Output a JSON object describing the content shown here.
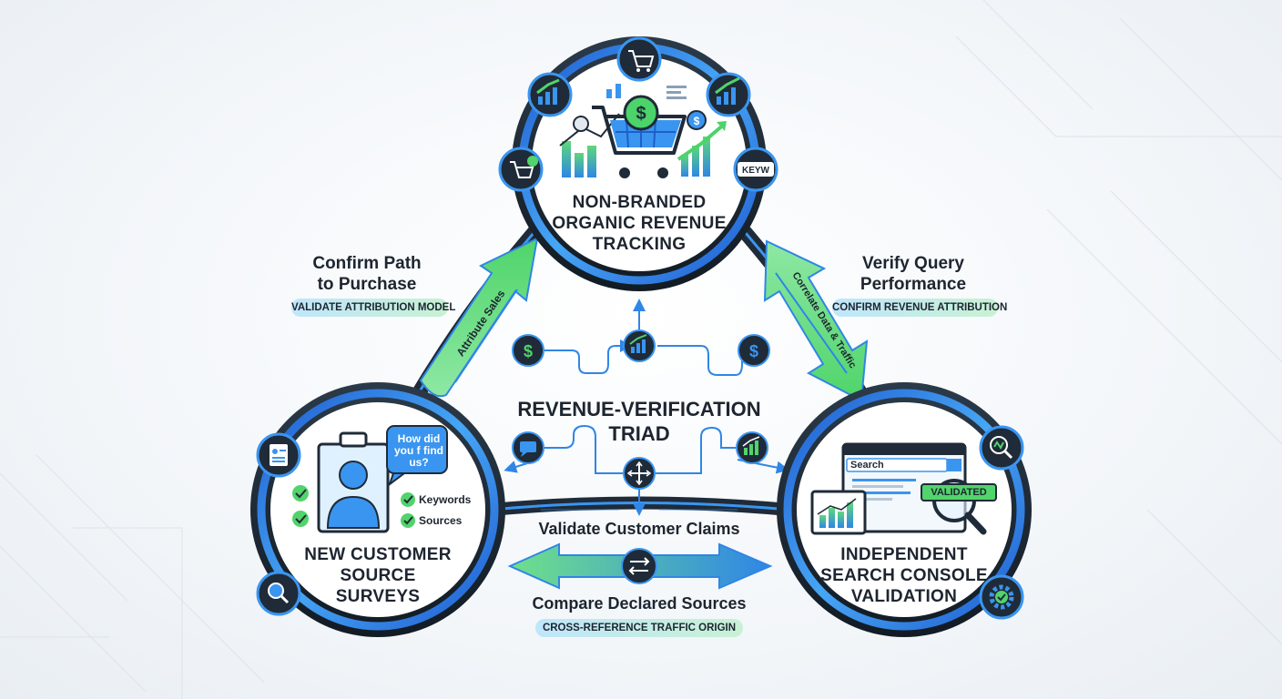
{
  "colors": {
    "blue": "#2f86e6",
    "green": "#52d36b",
    "navy": "#1f2b38",
    "ring_blue": "#3a95f0"
  },
  "center": {
    "title_line1": "REVENUE-VERIFICATION",
    "title_line2": "TRIAD"
  },
  "nodes": {
    "top": {
      "line1": "NON-BRANDED",
      "line2": "ORGANIC REVENUE",
      "line3": "TRACKING",
      "badge_text": "KEYW"
    },
    "left": {
      "line1": "NEW CUSTOMER",
      "line2": "SOURCE",
      "line3": "SURVEYS",
      "bubble": "How did you f find us?",
      "check1": "Keywords",
      "check2": "Sources"
    },
    "right": {
      "line1": "INDEPENDENT",
      "line2": "SEARCH CONSOLE",
      "line3": "VALIDATION",
      "search_label": "Search",
      "stamp": "VALIDATED"
    }
  },
  "edges": {
    "left": {
      "title_line1": "Confirm Path",
      "title_line2": "to Purchase",
      "pill": "VALIDATE ATTRIBUTION MODEL",
      "arrow_label": "Attribute Sales"
    },
    "right": {
      "title_line1": "Verify Query",
      "title_line2": "Performance",
      "pill": "CONFIRM REVENUE ATTRIBUTION",
      "arrow_label": "Correlate Data & Traffic"
    },
    "bottom": {
      "upper_label": "Validate Customer Claims",
      "lower_label": "Compare Declared Sources",
      "pill": "CROSS-REFERENCE TRAFFIC ORIGIN"
    }
  }
}
